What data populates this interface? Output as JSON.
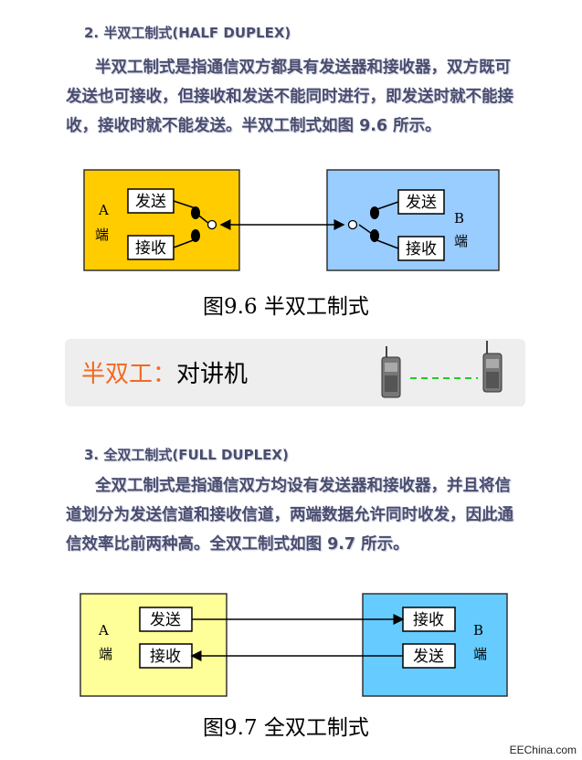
{
  "section_half": {
    "heading": "2. 半双工制式(HALF DUPLEX)",
    "paragraph": "半双工制式是指通信双方都具有发送器和接收器，双方既可发送也可接收，但接收和发送不能同时进行，即发送时就不能接收，接收时就不能发送。半双工制式如图 9.6 所示。"
  },
  "figure_half": {
    "left_label_a": "A",
    "left_label_b": "端",
    "right_label_a": "B",
    "right_label_b": "端",
    "send": "发送",
    "recv": "接收",
    "caption": "图9.6 半双工制式"
  },
  "banner": {
    "highlight": "半双工：",
    "text": "对讲机"
  },
  "section_full": {
    "heading": "3. 全双工制式(FULL DUPLEX)",
    "paragraph": "全双工制式是指通信双方均设有发送器和接收器，并且将信道划分为发送信道和接收信道，两端数据允许同时收发，因此通信效率比前两种高。全双工制式如图 9.7 所示。"
  },
  "figure_full": {
    "left_label_a": "A",
    "left_label_b": "端",
    "right_label_a": "B",
    "right_label_b": "端",
    "send": "发送",
    "recv": "接收",
    "caption": "图9.7 全双工制式"
  },
  "watermark": "EEChina.com",
  "colors": {
    "half_left_box": "#ffcc00",
    "half_right_box": "#99ccff",
    "full_left_box": "#ffff99",
    "full_right_box": "#66ccff",
    "banner_highlight": "#f26a21"
  }
}
